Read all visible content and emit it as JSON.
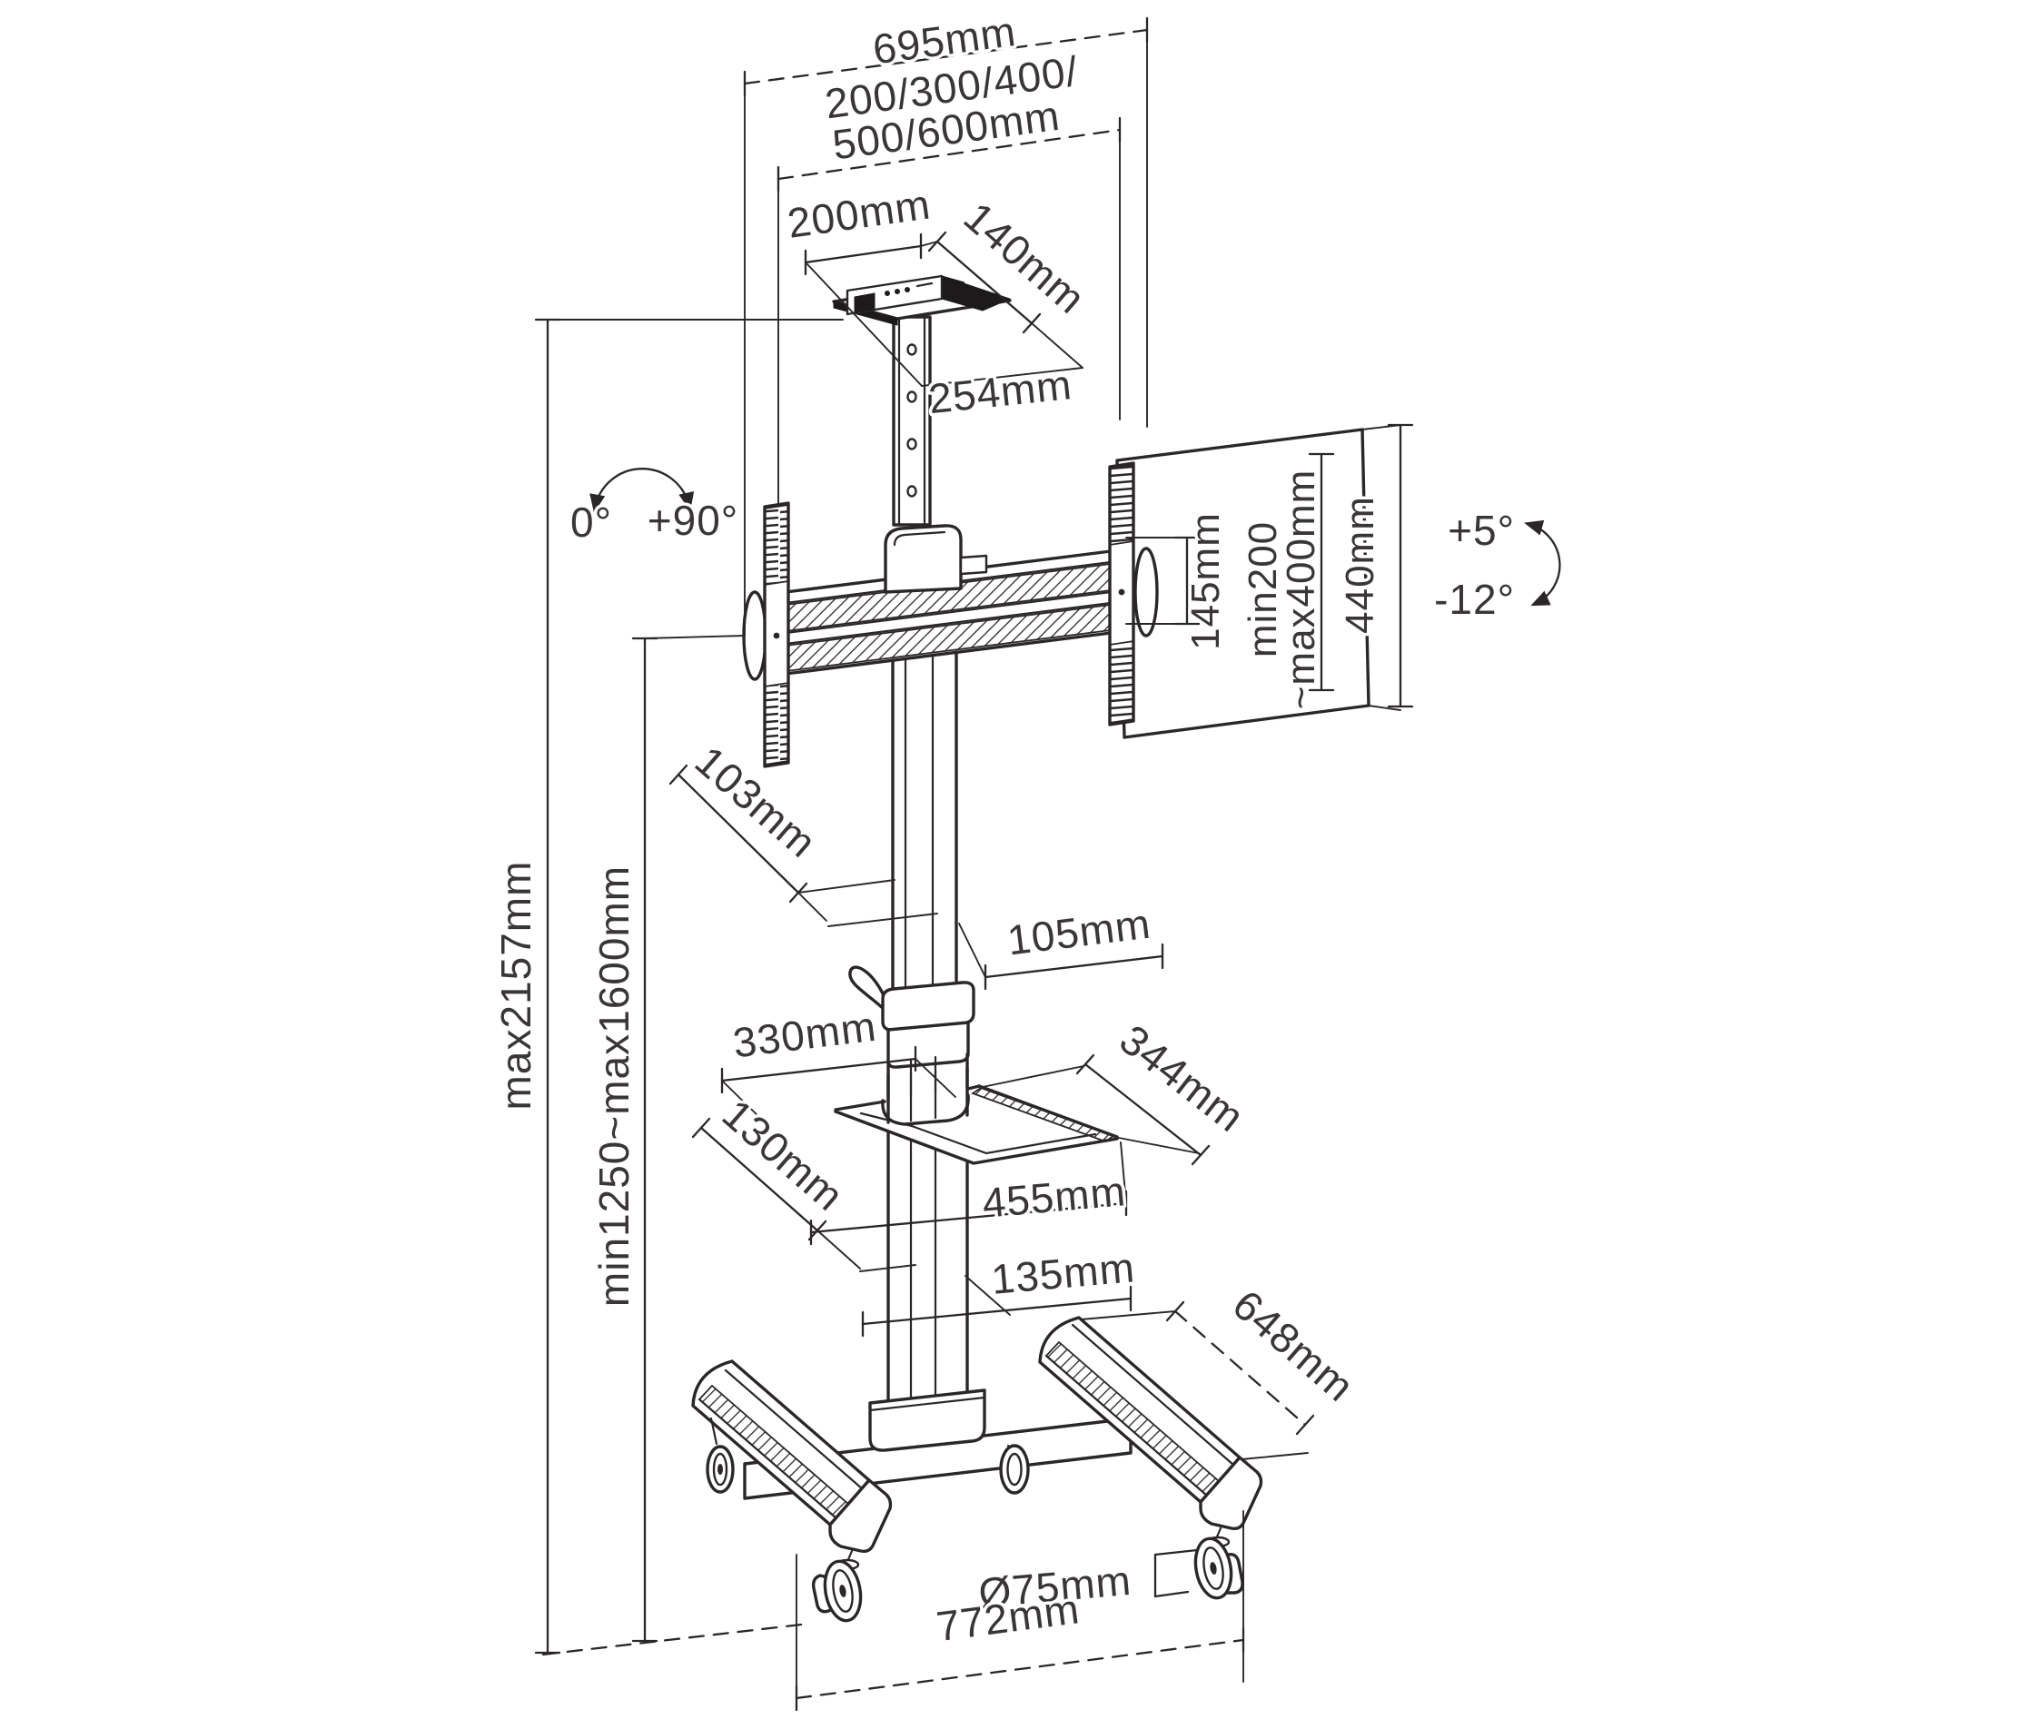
{
  "diagram": {
    "type": "technical-dimension-drawing",
    "subject": "mobile TV floor stand with casters, camera shelf and AV tray",
    "colors": {
      "line": "#2b2728",
      "label": "#3a3637",
      "background": "#ffffff"
    },
    "dimensions": {
      "top_width": "695mm",
      "vesa_widths_line1": "200/300/400/",
      "vesa_widths_line2": "500/600mm",
      "tray_width": "200mm",
      "tray_depth": "140mm",
      "tray_column_height": "254mm",
      "rotation_min": "0°",
      "rotation_max": "+90°",
      "bracket_offset": "145mm",
      "vesa_height_line1": "min200",
      "vesa_height_line2": "~max400mm",
      "panel_height": "440mm",
      "tilt_up": "+5°",
      "tilt_down": "-12°",
      "pole_depth": "103mm",
      "pole_width": "105mm",
      "shelf_back_width": "330mm",
      "shelf_depth": "344mm",
      "shelf_front_width": "455mm",
      "shelf_lip": "130mm",
      "shelf_clearance": "135mm",
      "max_height": "max2157mm",
      "adjustable_height": "min1250~max1600mm",
      "base_depth": "648mm",
      "caster_diameter": "Ø75mm",
      "base_width": "772mm"
    }
  }
}
